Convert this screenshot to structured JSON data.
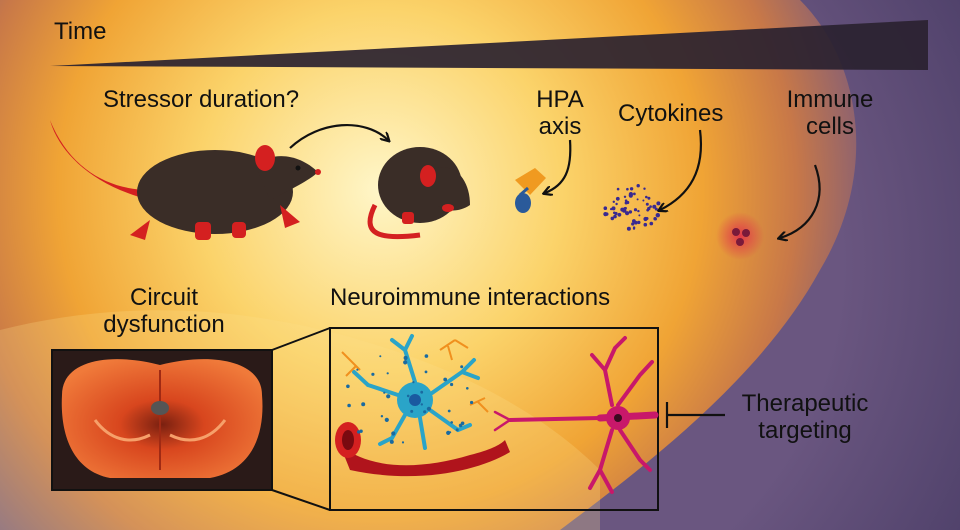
{
  "labels": {
    "time": "Time",
    "stressor": "Stressor duration?",
    "hpa_line1": "HPA",
    "hpa_line2": "axis",
    "cytokines": "Cytokines",
    "immune_line1": "Immune",
    "immune_line2": "cells",
    "circuit_line1": "Circuit",
    "circuit_line2": "dysfunction",
    "neuroimmune": "Neuroimmune interactions",
    "therapeutic_line1": "Therapeutic",
    "therapeutic_line2": "targeting"
  },
  "colors": {
    "glow_core": "#fff1b0",
    "glow_mid": "#f6b52a",
    "background": "#5a4a78",
    "mouse_body": "#3a2d27",
    "mouse_accent": "#d42020",
    "brain_fill": "#e8582a",
    "neuron": "#c8186a",
    "microglia": "#2aa4c8",
    "astrocyte": "#f0901e"
  },
  "icons": [
    "mouse-walking-icon",
    "mouse-curled-icon",
    "hpa-axis-icon",
    "cytokine-cloud-icon",
    "immune-cell-icon",
    "brain-section-icon",
    "microglia-icon",
    "blood-vessel-icon",
    "neuron-icon",
    "inhibition-bar-icon"
  ]
}
